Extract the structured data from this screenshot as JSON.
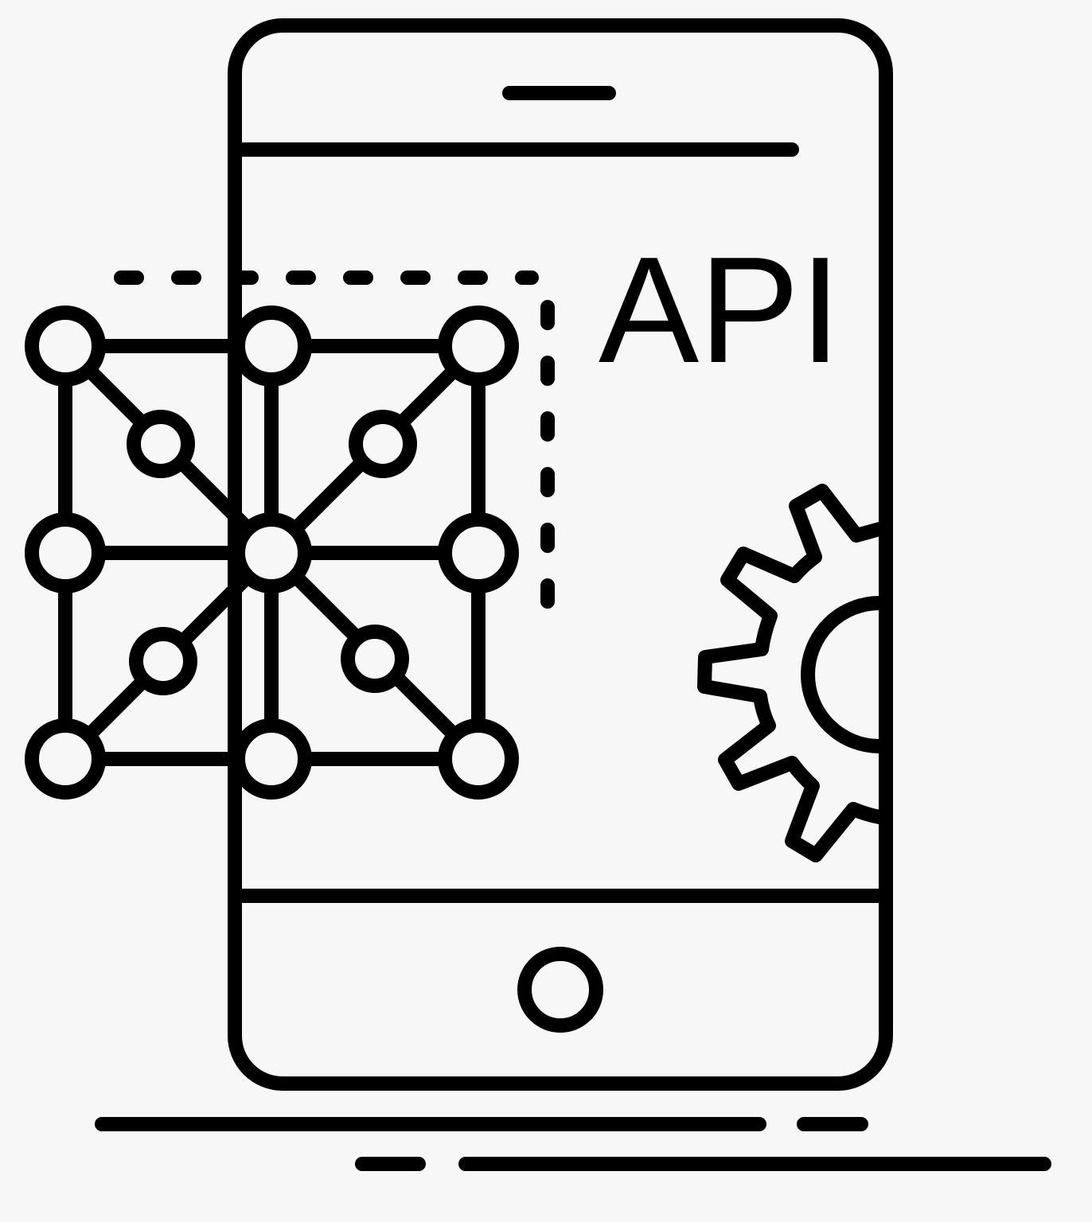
{
  "illustration": {
    "title": "API mobile integration icon",
    "label": "API",
    "background_color": "#f7f7f7",
    "stroke_color": "#000000",
    "elements": [
      "phone-outline",
      "api-label",
      "network-grid",
      "gear",
      "dashed-connector",
      "ground-lines"
    ]
  }
}
